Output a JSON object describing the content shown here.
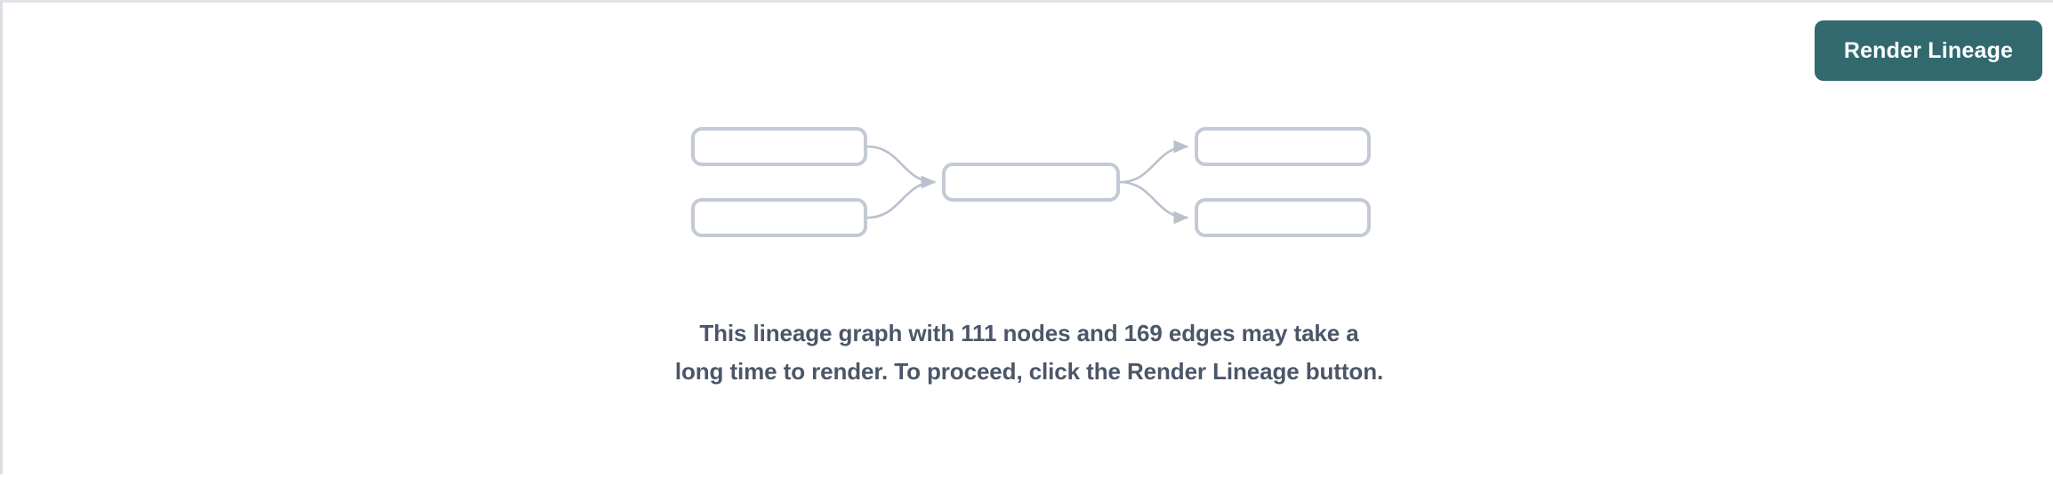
{
  "page": {
    "background_color": "#ffffff",
    "border_color": "#e2e3e9"
  },
  "toolbar": {
    "render_lineage_label": "Render Lineage",
    "render_lineage_color": "#31696e",
    "render_lineage_text_color": "#ffffff"
  },
  "lineage_placeholder": {
    "node_border_color": "#c4cad5",
    "edge_color": "#bac1cd",
    "nodes": [
      {
        "id": "source-a",
        "label": ""
      },
      {
        "id": "source-b",
        "label": ""
      },
      {
        "id": "center",
        "label": ""
      },
      {
        "id": "target-a",
        "label": ""
      },
      {
        "id": "target-b",
        "label": ""
      }
    ],
    "edges": [
      {
        "from": "source-a",
        "to": "center"
      },
      {
        "from": "source-b",
        "to": "center"
      },
      {
        "from": "center",
        "to": "target-a"
      },
      {
        "from": "center",
        "to": "target-b"
      }
    ]
  },
  "warning": {
    "node_count": 111,
    "edge_count": 169,
    "message": "This lineage graph with 111 nodes and 169 edges may take a long time to render. To proceed, click the Render Lineage button.",
    "text_color": "#4c5668"
  }
}
